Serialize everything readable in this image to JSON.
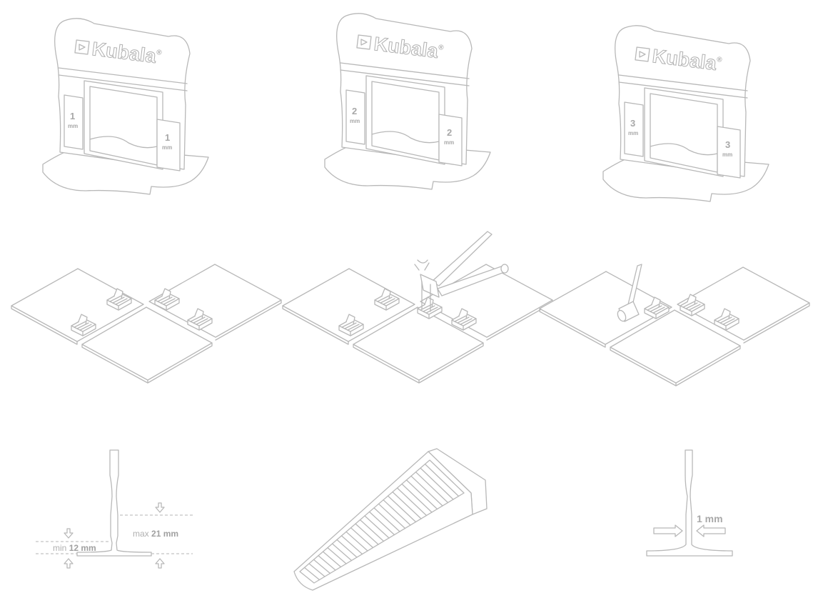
{
  "clips": [
    {
      "brand": "Kubala",
      "registered": "®",
      "size": "1",
      "unit": "mm"
    },
    {
      "brand": "Kubala",
      "registered": "®",
      "size": "2",
      "unit": "mm"
    },
    {
      "brand": "Kubala",
      "registered": "®",
      "size": "3",
      "unit": "mm"
    }
  ],
  "heights": {
    "max_prefix": "max",
    "max_value": "21 mm",
    "min_prefix": "min",
    "min_value": "12 mm"
  },
  "gap": {
    "value": "1 mm"
  }
}
